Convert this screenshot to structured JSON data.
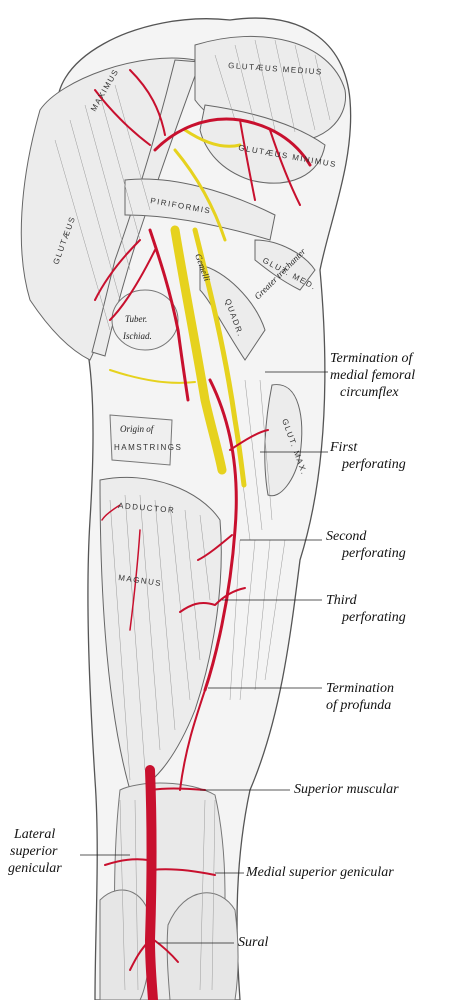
{
  "muscle_labels": {
    "gluteus_medius": "GLUTÆUS  MEDIUS",
    "gluteus_minimus": "GLUTÆUS  MINIMUS",
    "gluteus_maximus_left": "GLUTÆUS",
    "maximus_top": "MAXIMUS",
    "piriformis": "PIRIFORMIS",
    "glut_med": "GLUT. MED.",
    "greater_trochanter": "Greater trochanter",
    "gemelli": "Gemelli",
    "quadratus": "QUADR.",
    "tuber_ischiad_1": "Tuber.",
    "tuber_ischiad_2": "Ischiad.",
    "origin_1": "Origin of",
    "origin_2": "HAMSTRINGS",
    "adductor": "ADDUCTOR",
    "magnus": "MAGNUS",
    "glut_max_right": "GLUT. MAX."
  },
  "annotations": {
    "termination_medial_femoral": [
      "Termination of",
      "medial femoral",
      "circumflex"
    ],
    "first_perforating": [
      "First",
      "perforating"
    ],
    "second_perforating": [
      "Second",
      "perforating"
    ],
    "third_perforating": [
      "Third",
      "perforating"
    ],
    "termination_profunda": [
      "Termination",
      "of profunda"
    ],
    "superior_muscular": [
      "Superior muscular"
    ],
    "lateral_superior_genicular": [
      "Lateral",
      "superior",
      "genicular"
    ],
    "medial_superior_genicular": [
      "Medial superior genicular"
    ],
    "sural": [
      "Sural"
    ]
  },
  "colors": {
    "artery": "#c8102e",
    "nerve": "#e6d21e",
    "muscle": "#ececec",
    "outline": "#555555"
  }
}
